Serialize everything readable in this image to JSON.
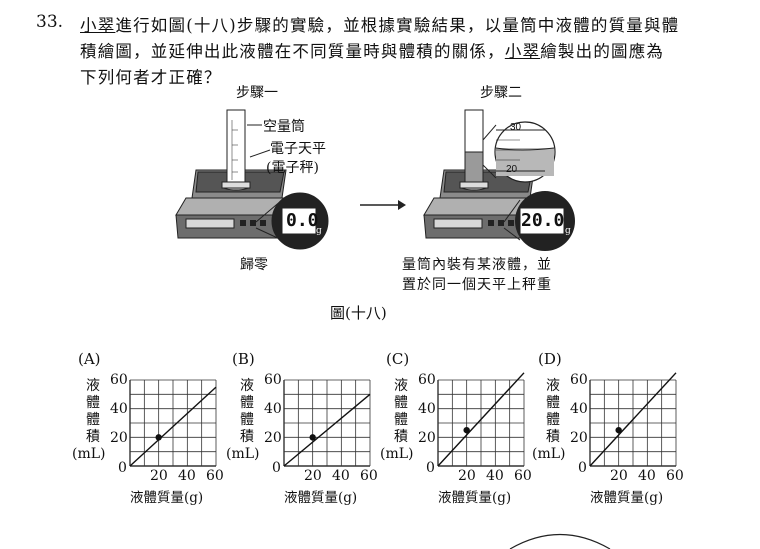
{
  "question": {
    "number": "33.",
    "line1_pre": "",
    "line1_name": "小翠",
    "line1_post": "進行如圖(十八)步驟的實驗，並根據實驗結果，以量筒中液體的質量與體",
    "line2": "積繪圖，並延伸出此液體在不同質量時與體積的關係，",
    "line2_name": "小翠",
    "line2_post": "繪製出的圖應為",
    "line3": "下列何者才正確？"
  },
  "figure": {
    "step1_title": "步驟一",
    "step2_title": "步驟二",
    "label_cylinder": "空量筒",
    "label_balance_1": "電子天平",
    "label_balance_2": "(電子秤)",
    "reading1": "0.0",
    "reading2": "20.0",
    "unit": "g",
    "mark_30": "30",
    "mark_20": "20",
    "caption_step1": "歸零",
    "caption_step2_1": "量筒內裝有某液體，並",
    "caption_step2_2": "置於同一個天平上秤重",
    "figure_title": "圖(十八)"
  },
  "options": [
    {
      "letter": "(A)",
      "line": [
        [
          0,
          0
        ],
        [
          60,
          55
        ]
      ],
      "point": [
        20,
        20
      ]
    },
    {
      "letter": "(B)",
      "line": [
        [
          0,
          0
        ],
        [
          60,
          50
        ]
      ],
      "point": [
        20,
        20
      ]
    },
    {
      "letter": "(C)",
      "line": [
        [
          0,
          0
        ],
        [
          60,
          65
        ]
      ],
      "point": [
        20,
        25
      ]
    },
    {
      "letter": "(D)",
      "line": [
        [
          0,
          0
        ],
        [
          60,
          65
        ]
      ],
      "point": [
        20,
        25
      ]
    }
  ],
  "axes": {
    "ylabel_chars": [
      "液",
      "體",
      "體",
      "積"
    ],
    "ylabel_unit": "(mL)",
    "xlabel": "液體質量(g)",
    "yticks": [
      "60",
      "40",
      "20"
    ],
    "xticks": [
      "20",
      "40",
      "60"
    ],
    "origin": "0"
  },
  "chart_data": {
    "type": "line",
    "xlabel": "液體質量(g)",
    "ylabel": "液體體積(mL)",
    "xlim": [
      0,
      60
    ],
    "ylim": [
      0,
      60
    ],
    "series": [
      {
        "name": "(A)",
        "x": [
          0,
          60
        ],
        "y": [
          0,
          55
        ],
        "marked_point": [
          20,
          20
        ]
      },
      {
        "name": "(B)",
        "x": [
          0,
          60
        ],
        "y": [
          0,
          50
        ],
        "marked_point": [
          20,
          20
        ]
      },
      {
        "name": "(C)",
        "x": [
          0,
          60
        ],
        "y": [
          0,
          65
        ],
        "marked_point": [
          20,
          25
        ]
      },
      {
        "name": "(D)",
        "x": [
          0,
          60
        ],
        "y": [
          0,
          65
        ],
        "marked_point": [
          20,
          25
        ]
      }
    ]
  }
}
